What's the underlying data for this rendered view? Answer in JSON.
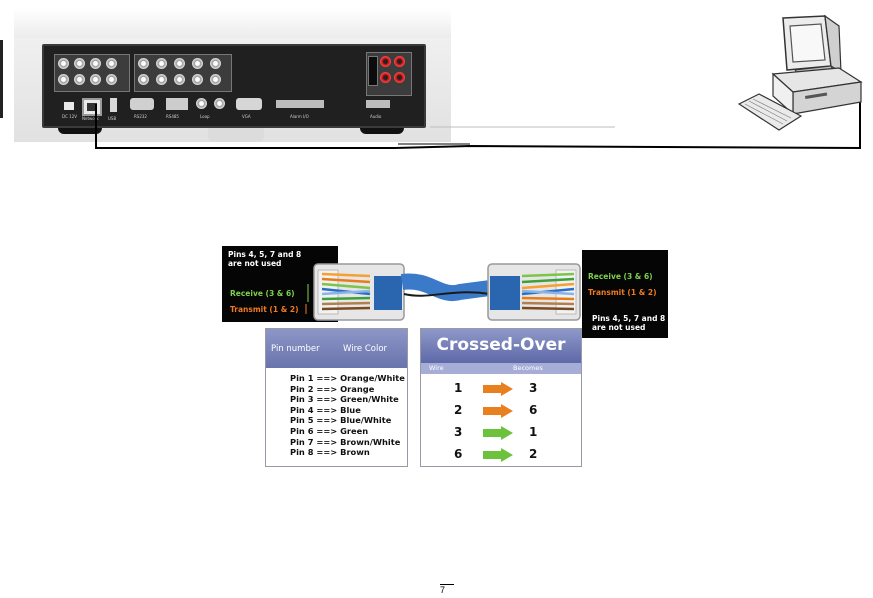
{
  "dvr": {
    "port_labels": [
      "DC 12V",
      "Network",
      "USB",
      "RS232",
      "RS485",
      "Loop",
      "VGA",
      "Alarm I/O",
      "Audio"
    ]
  },
  "diagram": {
    "left_note": "Pins 4, 5, 7 and 8\nare not used",
    "right_note": "Pins 4, 5, 7 and 8\nare not used",
    "left_receive": "Receive (3 & 6)",
    "left_transmit": "Transmit (1 & 2)",
    "right_receive": "Receive (3 & 6)",
    "right_transmit": "Transmit (1 & 2)"
  },
  "pin_table": {
    "header_pin": "Pin number",
    "header_color": "Wire Color",
    "rows": [
      "Pin 1 ==> Orange/White",
      "Pin 2 ==> Orange",
      "Pin 3 ==> Green/White",
      "Pin 4 ==> Blue",
      "Pin 5 ==> Blue/White",
      "Pin 6 ==> Green",
      "Pin 7 ==> Brown/White",
      "Pin 8 ==> Brown"
    ]
  },
  "cross_table": {
    "title": "Crossed-Over",
    "col_wire": "Wire",
    "col_becomes": "Becomes",
    "rows": [
      {
        "wire": "1",
        "becomes": "3",
        "arrow_color": "#e8801f"
      },
      {
        "wire": "2",
        "becomes": "6",
        "arrow_color": "#e8801f"
      },
      {
        "wire": "3",
        "becomes": "1",
        "arrow_color": "#6cc23c"
      },
      {
        "wire": "6",
        "becomes": "2",
        "arrow_color": "#6cc23c"
      }
    ]
  },
  "page": {
    "number": "7"
  },
  "colors": {
    "receive": "#7fd04a",
    "transmit": "#f07a22",
    "header": "#6a74ad"
  }
}
